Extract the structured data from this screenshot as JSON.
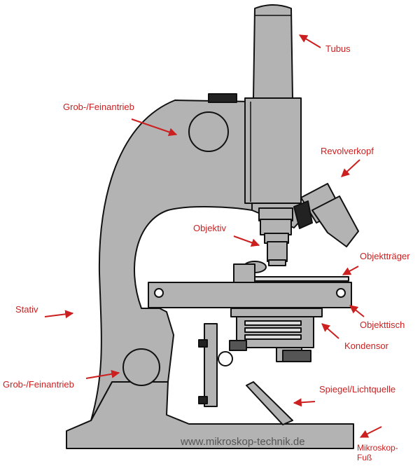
{
  "labels": {
    "tubus": "Tubus",
    "grob_top": "Grob-/Feinantrieb",
    "revolverkopf": "Revolverkopf",
    "objektiv": "Objektiv",
    "objekttraeger": "Objektträger",
    "stativ": "Stativ",
    "objekttisch": "Objekttisch",
    "kondensor": "Kondensor",
    "grob_bottom": "Grob-/Feinantrieb",
    "spiegel": "Spiegel/Lichtquelle",
    "fuss": "Mikroskop-\nFuß"
  },
  "watermark": "www.mikroskop-technik.de",
  "colors": {
    "label": "#cc1f1f",
    "body": "#b3b3b3",
    "outline": "#111111",
    "arrow": "#cc1f1f"
  }
}
